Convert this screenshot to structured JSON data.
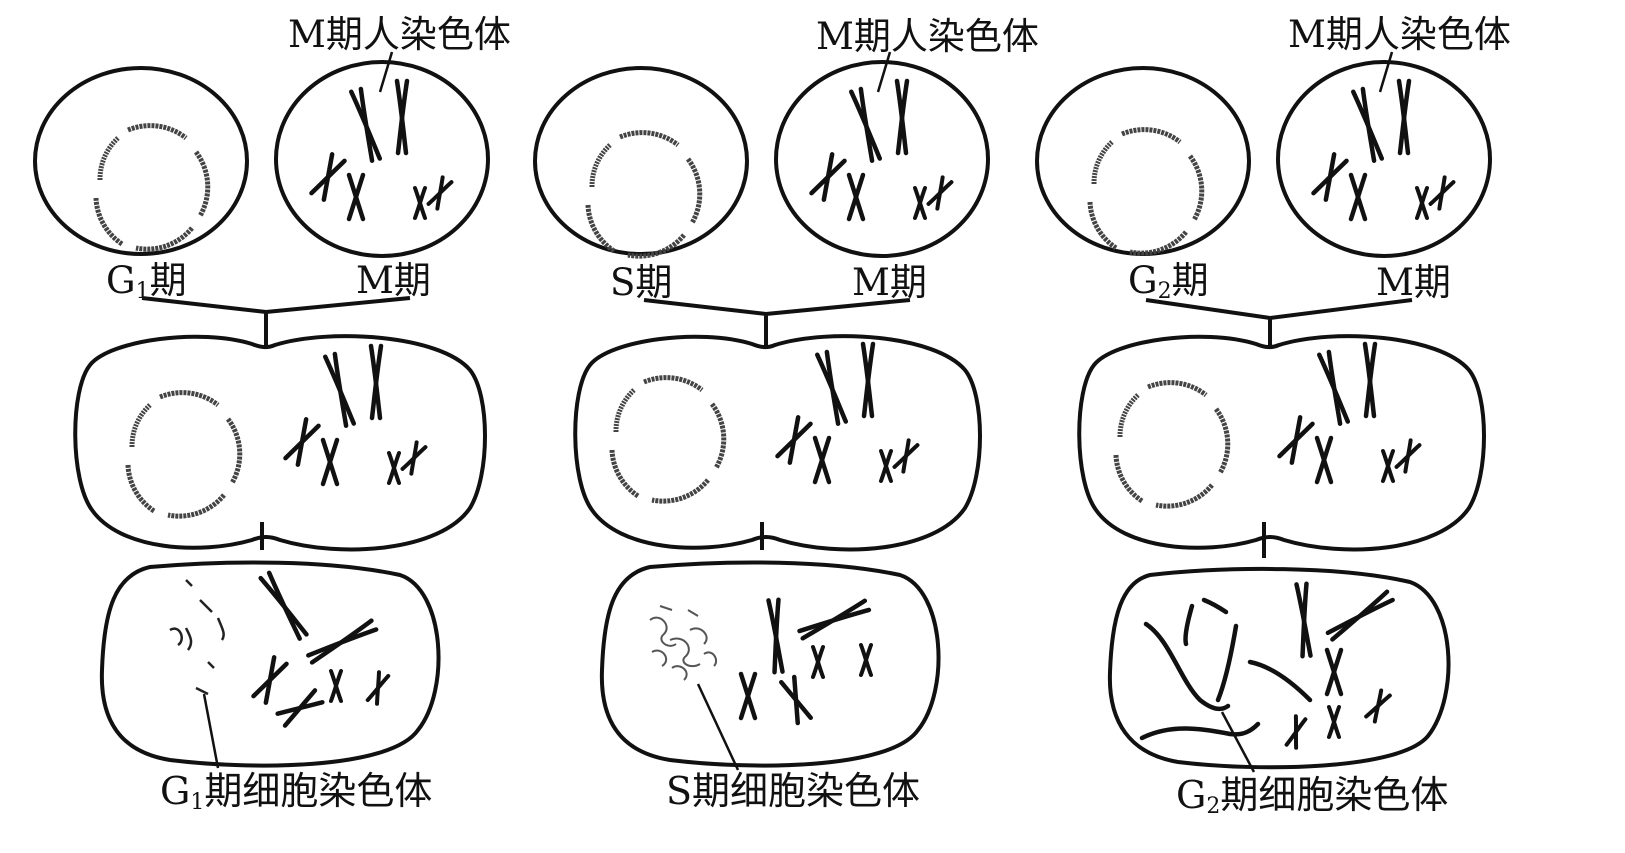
{
  "panels": [
    {
      "id": "g1",
      "top_label": "M期人染色体",
      "left_phase": {
        "letter": "G",
        "sub": "1",
        "suffix": "期"
      },
      "right_phase": "M期",
      "bottom_label": {
        "letter": "G",
        "sub": "1",
        "suffix": "期细胞染色体"
      }
    },
    {
      "id": "s",
      "top_label": "M期人染色体",
      "left_phase": {
        "letter": "S",
        "sub": "",
        "suffix": "期"
      },
      "right_phase": "M期",
      "bottom_label": {
        "letter": "S",
        "sub": "",
        "suffix": "期细胞染色体"
      }
    },
    {
      "id": "g2",
      "top_label": "M期人染色体",
      "left_phase": {
        "letter": "G",
        "sub": "2",
        "suffix": "期"
      },
      "right_phase": "M期",
      "bottom_label": {
        "letter": "G",
        "sub": "2",
        "suffix": "期细胞染色体"
      }
    }
  ],
  "colors": {
    "line": "#111111",
    "background": "#ffffff"
  }
}
